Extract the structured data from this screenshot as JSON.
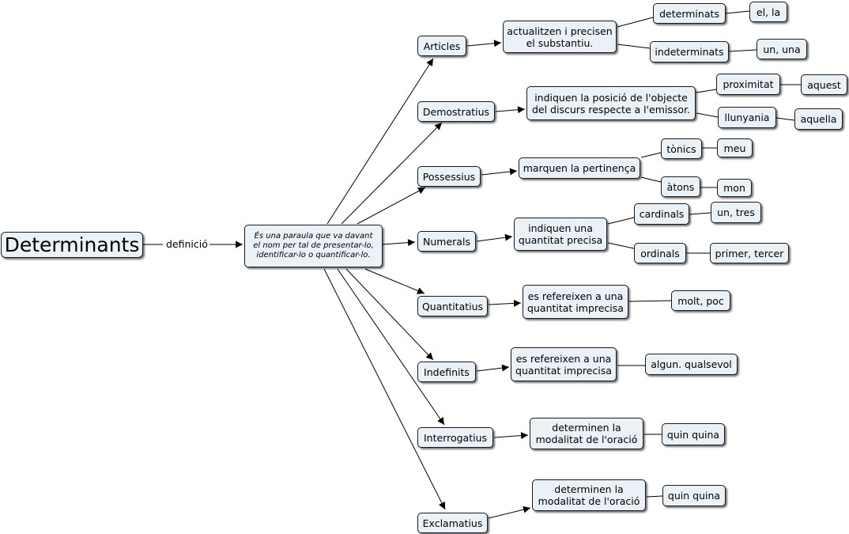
{
  "root": "Determinants",
  "link_label": "definició",
  "definition": "És una paraula que va davant\nel nom per tal de presentar-lo,\nidentificar-lo o quantificar-lo.",
  "categories": {
    "articles": {
      "name": "Articles",
      "description": "actualitzen i precisen\nel substantiu.",
      "sub1": "determinats",
      "ex1": "el, la",
      "sub2": "indeterminats",
      "ex2": "un, una"
    },
    "demostratius": {
      "name": "Demostratius",
      "description": "indiquen la posició de l'objecte\ndel discurs respecte a l'emissor.",
      "sub1": "proximitat",
      "ex1": "aquest",
      "sub2": "llunyania",
      "ex2": "aquella"
    },
    "possessius": {
      "name": "Possessius",
      "description": "marquen la pertinença",
      "sub1": "tònics",
      "ex1": "meu",
      "sub2": "àtons",
      "ex2": "mon"
    },
    "numerals": {
      "name": "Numerals",
      "description": "indiquen una\nquantitat precisa",
      "sub1": "cardinals",
      "ex1": "un, tres",
      "sub2": "ordinals",
      "ex2": "primer, tercer"
    },
    "quantitatius": {
      "name": "Quantitatius",
      "description": "es refereixen a una\nquantitat imprecisa",
      "example": "molt, poc"
    },
    "indefinits": {
      "name": "Indefinits",
      "description": "es refereixen a una\nquantitat imprecisa",
      "example": "algun. qualsevol"
    },
    "interrogatius": {
      "name": "Interrogatius",
      "description": "determinen la\nmodalitat de l'oració",
      "example": "quin quina"
    },
    "exclamatius": {
      "name": "Exclamatius",
      "description": "determinen la\nmodalitat de l'oració",
      "example": "quin quina"
    }
  }
}
